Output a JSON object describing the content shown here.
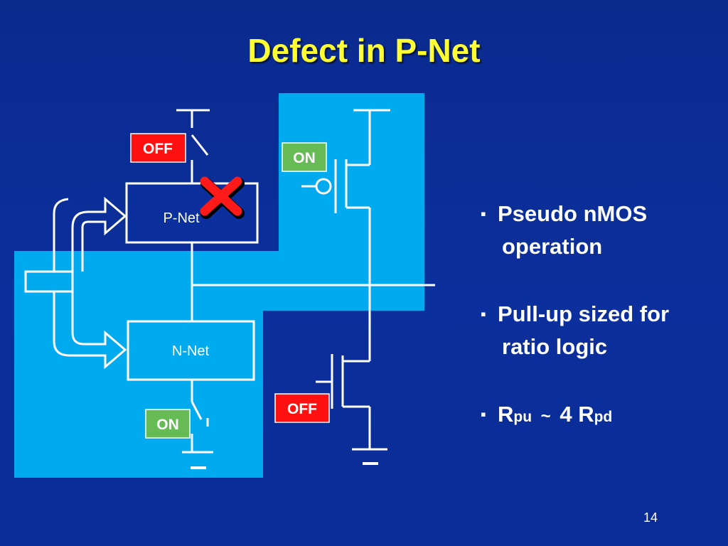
{
  "slide": {
    "title": "Defect in P-Net",
    "page_number": "14"
  },
  "diagram": {
    "pnet_label": "P-Net",
    "nnet_label": "N-Net",
    "top_switch_state": "OFF",
    "bottom_switch_state": "ON",
    "pmos_state": "ON",
    "nmos_state": "OFF",
    "colors": {
      "highlight": "#00aaee",
      "on_badge": "#66bb55",
      "off_badge": "#ff1111",
      "defect_mark": "#ff1a1a"
    }
  },
  "bullets": [
    {
      "line1": "Pseudo nMOS",
      "line2": "operation"
    },
    {
      "line1": "Pull-up sized for",
      "line2": "ratio logic"
    }
  ],
  "ratio": {
    "r1": "R",
    "sub1": "pu",
    "tilde": "~",
    "factor": "4",
    "r2": "R",
    "sub2": "pd"
  }
}
